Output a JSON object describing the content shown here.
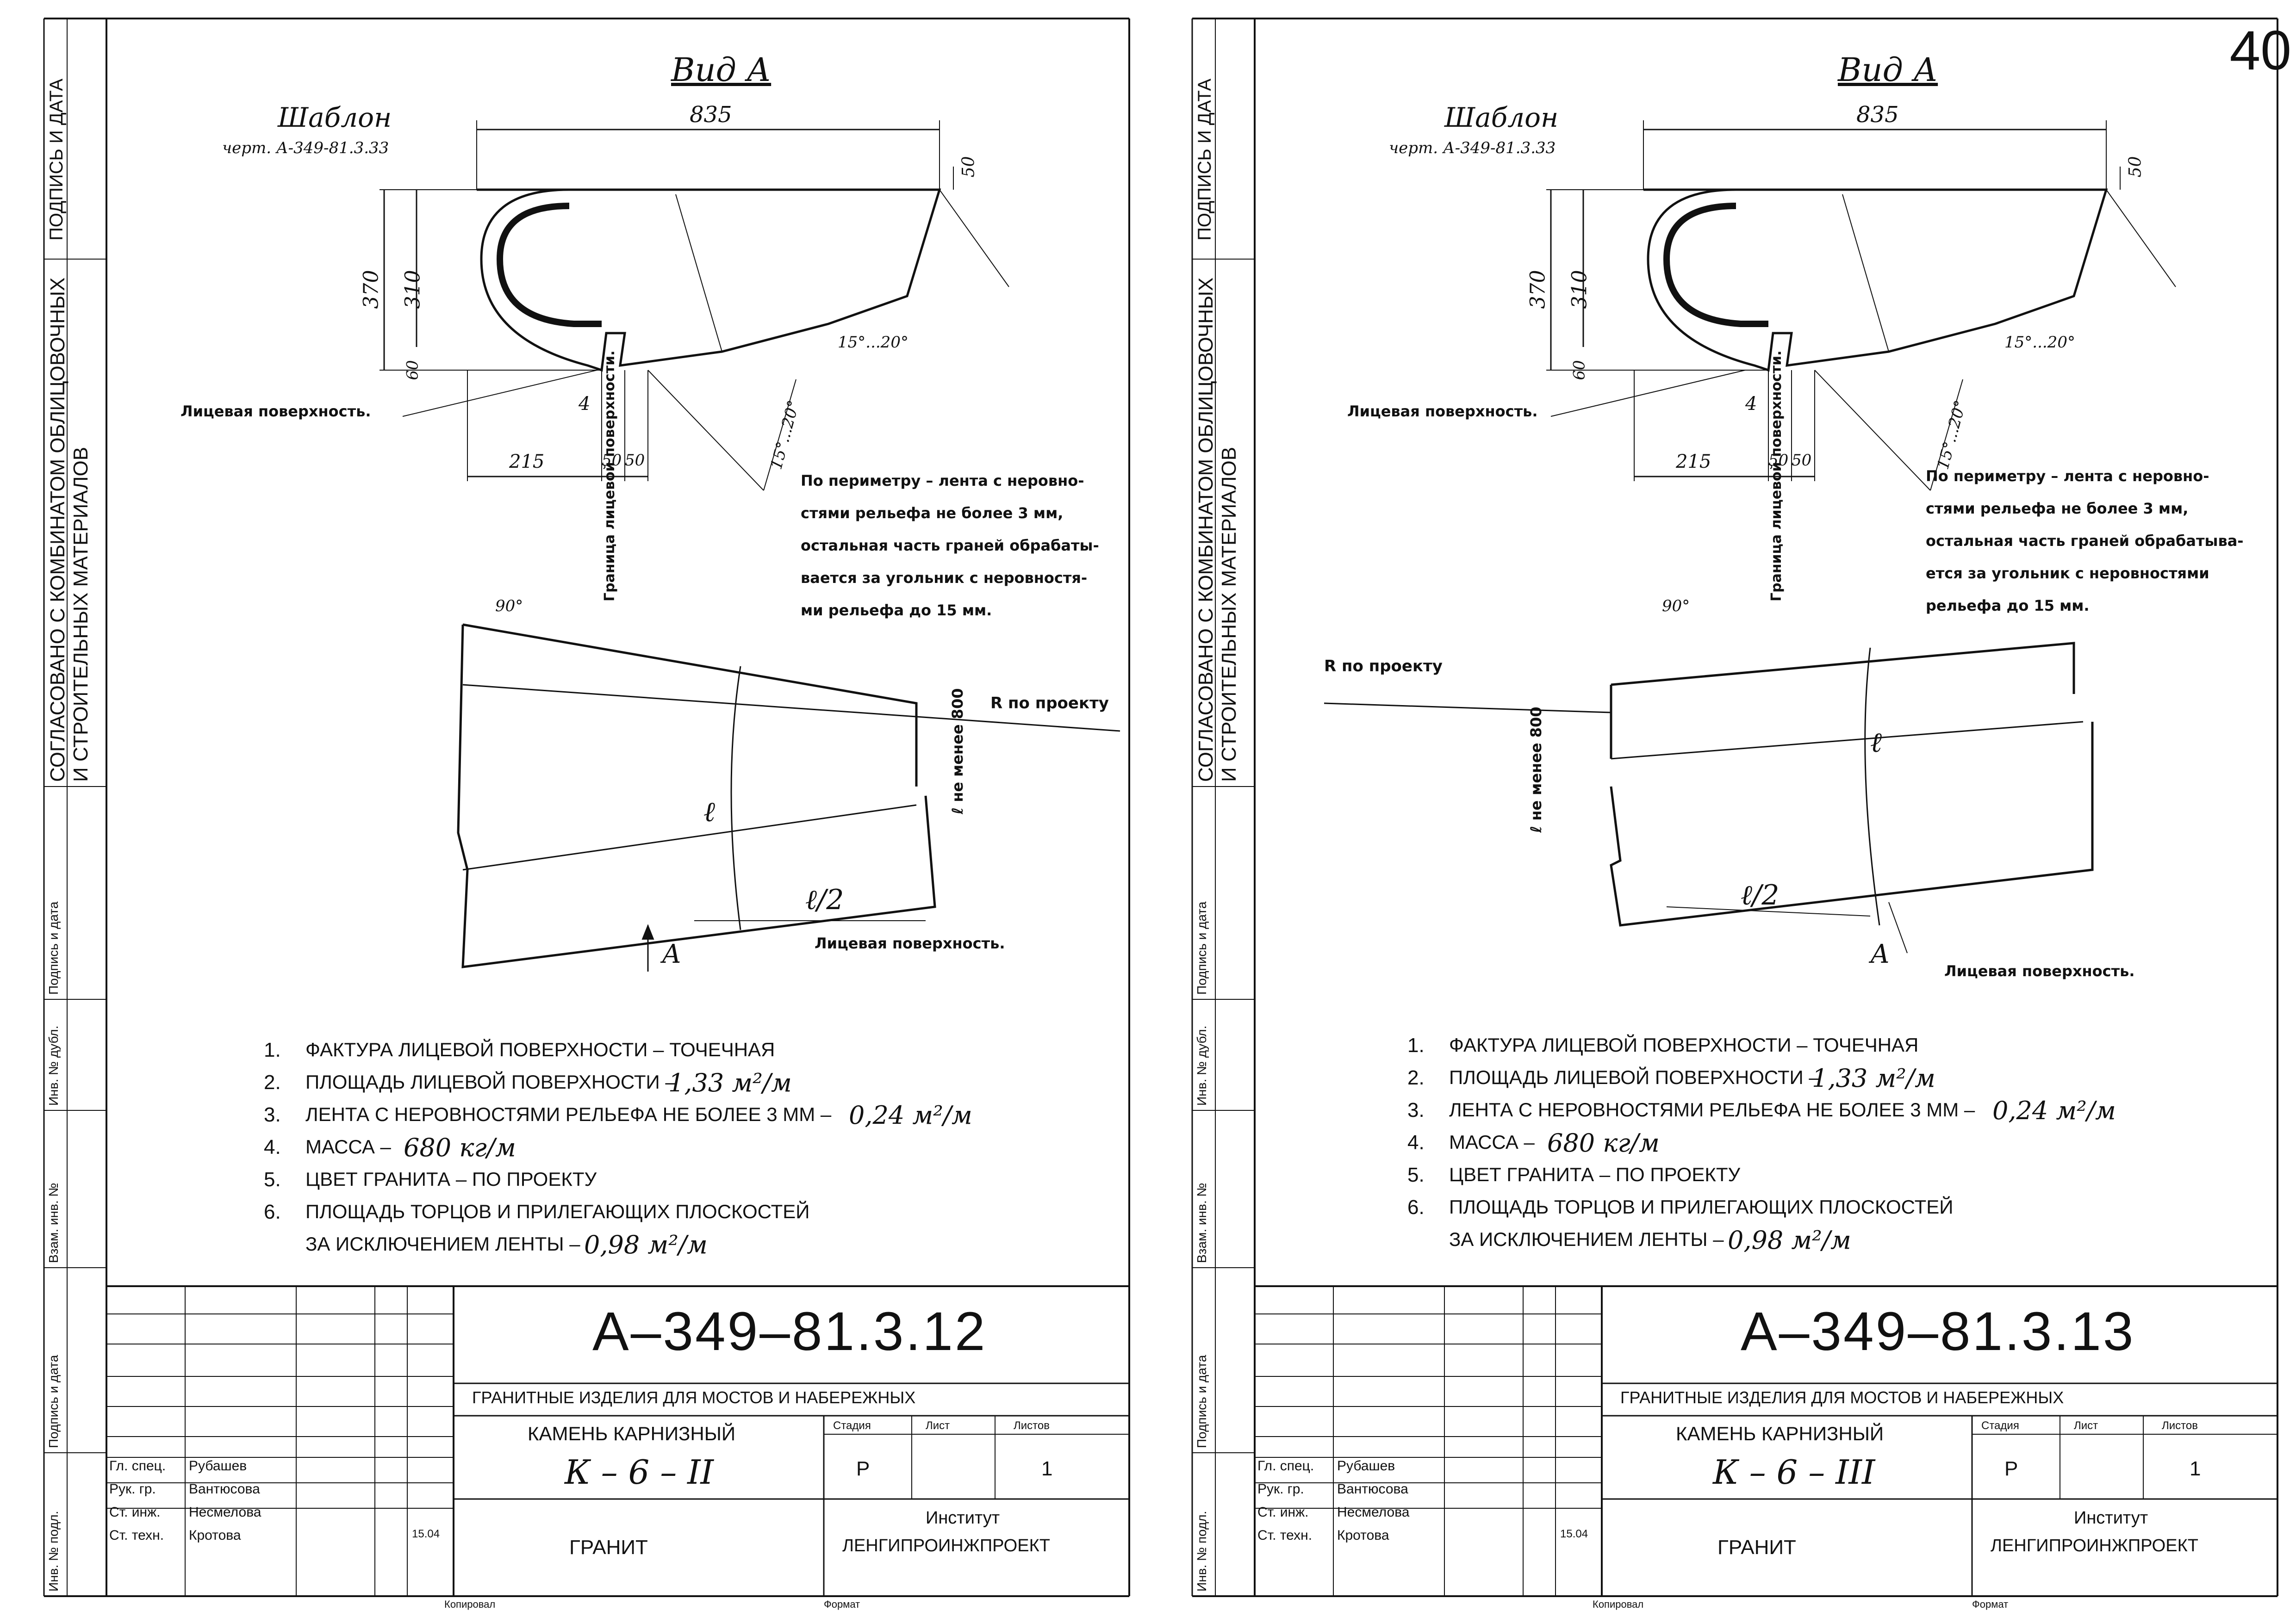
{
  "page_number": "40",
  "sheets": [
    {
      "id": "left",
      "side_labels": {
        "signature_date_top": "ПОДПИСЬ И ДАТА",
        "agreed_line1": "СОГЛАСОВАНО С КОМБИНАТОМ ОБЛИЦОВОЧНЫХ",
        "agreed_line2": "И СТРОИТЕЛЬНЫХ МАТЕРИАЛОВ",
        "signature_date_1": "Подпись и дата",
        "inv_dubl": "Инв. № дубл.",
        "vzam_inv": "Взам. инв. №",
        "signature_date_2": "Подпись и дата",
        "inv_podl": "Инв. № подл."
      },
      "view_title": "Вид А",
      "template_label": "Шаблон",
      "template_ref": "черт. А-349-81.3.33",
      "dims": {
        "d835": "835",
        "d50_top": "50",
        "d370": "370",
        "d310": "310",
        "d60": "60",
        "d4": "4",
        "d215": "215",
        "d50a": "50",
        "d50b": "50",
        "angle1": "15°...20°",
        "angle2": "15°...20°",
        "angle90": "90°"
      },
      "face_label_1": "Лицевая поверхность.",
      "face_boundary": "Граница лицевой поверхности.",
      "perimeter_note": [
        "По периметру – лента с неровно-",
        "стями рельефа не более 3 мм,",
        "остальная часть граней обрабаты-",
        "вается за угольник с неровностя-",
        "ми рельефа до 15 мм."
      ],
      "radius_label": "R по проекту",
      "length_label": "ℓ не менее 800",
      "b_label": "ℓ",
      "b_half_label": "ℓ/2",
      "arrow_label": "А",
      "face_label_2": "Лицевая поверхность.",
      "items": [
        {
          "num": "1.",
          "text": "ФАКТУРА ЛИЦЕВОЙ ПОВЕРХНОСТИ – ТОЧЕЧНАЯ",
          "value": ""
        },
        {
          "num": "2.",
          "text": "ПЛОЩАДЬ ЛИЦЕВОЙ ПОВЕРХНОСТИ –",
          "value": "1,33 м²/м"
        },
        {
          "num": "3.",
          "text": "ЛЕНТА С НЕРОВНОСТЯМИ РЕЛЬЕФА НЕ БОЛЕЕ 3 ММ –",
          "value": "0,24 м²/м"
        },
        {
          "num": "4.",
          "text": "МАССА –",
          "value": "680 кг/м"
        },
        {
          "num": "5.",
          "text": "ЦВЕТ ГРАНИТА – ПО ПРОЕКТУ",
          "value": ""
        },
        {
          "num": "6.",
          "text": "ПЛОЩАДЬ ТОРЦОВ И ПРИЛЕГАЮЩИХ ПЛОСКОСТЕЙ",
          "value": ""
        },
        {
          "num": "",
          "text": "ЗА ИСКЛЮЧЕНИЕМ ЛЕНТЫ –",
          "value": "0,98 м²/м"
        }
      ],
      "stamp": {
        "code": "А–349–81.3.12",
        "series": "ГРАНИТНЫЕ ИЗДЕЛИЯ ДЛЯ МОСТОВ И НАБЕРЕЖНЫХ",
        "name": "КАМЕНЬ КАРНИЗНЫЙ",
        "mark": "К – 6 – II",
        "stage_h": "Стадия",
        "sheet_h": "Лист",
        "sheets_h": "Листов",
        "stage": "Р",
        "sheet": "",
        "sheets": "1",
        "material": "ГРАНИТ",
        "institute_1": "Институт",
        "institute_2": "ЛЕНГИПРОИНЖПРОЕКТ",
        "roles": [
          "Гл. спец.",
          "Рук. гр.",
          "Ст. инж.",
          "Ст. техн."
        ],
        "people": [
          "Рубашев",
          "Вантюсова",
          "Несмелова",
          "Кротова"
        ],
        "date": "15.04",
        "copied": "Копировал",
        "format": "Формат"
      }
    },
    {
      "id": "right",
      "side_labels": {
        "signature_date_top": "ПОДПИСЬ И ДАТА",
        "agreed_line1": "СОГЛАСОВАНО С КОМБИНАТОМ ОБЛИЦОВОЧНЫХ",
        "agreed_line2": "И СТРОИТЕЛЬНЫХ МАТЕРИАЛОВ",
        "signature_date_1": "Подпись и дата",
        "inv_dubl": "Инв. № дубл.",
        "vzam_inv": "Взам. инв. №",
        "signature_date_2": "Подпись и дата",
        "inv_podl": "Инв. № подл."
      },
      "view_title": "Вид А",
      "template_label": "Шаблон",
      "template_ref": "черт. А-349-81.3.33",
      "dims": {
        "d835": "835",
        "d50_top": "50",
        "d370": "370",
        "d310": "310",
        "d60": "60",
        "d4": "4",
        "d215": "215",
        "d50a": "50",
        "d50b": "50",
        "angle1": "15°...20°",
        "angle2": "15°...20°",
        "angle90": "90°"
      },
      "face_label_1": "Лицевая поверхность.",
      "face_boundary": "Граница лицевой поверхности.",
      "perimeter_note": [
        "По периметру – лента с неровно-",
        "стями рельефа не более 3 мм,",
        "остальная часть граней обрабатыва-",
        "ется за угольник с неровностями",
        "рельефа до 15 мм."
      ],
      "radius_label": "R по проекту",
      "length_label": "ℓ не менее 800",
      "b_label": "ℓ",
      "b_half_label": "ℓ/2",
      "arrow_label": "А",
      "face_label_2": "Лицевая поверхность.",
      "items": [
        {
          "num": "1.",
          "text": "ФАКТУРА ЛИЦЕВОЙ ПОВЕРХНОСТИ – ТОЧЕЧНАЯ",
          "value": ""
        },
        {
          "num": "2.",
          "text": "ПЛОЩАДЬ ЛИЦЕВОЙ ПОВЕРХНОСТИ –",
          "value": "1,33 м²/м"
        },
        {
          "num": "3.",
          "text": "ЛЕНТА С НЕРОВНОСТЯМИ РЕЛЬЕФА НЕ БОЛЕЕ 3 ММ –",
          "value": "0,24 м²/м"
        },
        {
          "num": "4.",
          "text": "МАССА –",
          "value": "680 кг/м"
        },
        {
          "num": "5.",
          "text": "ЦВЕТ ГРАНИТА – ПО ПРОЕКТУ",
          "value": ""
        },
        {
          "num": "6.",
          "text": "ПЛОЩАДЬ ТОРЦОВ И ПРИЛЕГАЮЩИХ ПЛОСКОСТЕЙ",
          "value": ""
        },
        {
          "num": "",
          "text": "ЗА ИСКЛЮЧЕНИЕМ ЛЕНТЫ –",
          "value": "0,98 м²/м"
        }
      ],
      "stamp": {
        "code": "А–349–81.3.13",
        "series": "ГРАНИТНЫЕ ИЗДЕЛИЯ ДЛЯ МОСТОВ И НАБЕРЕЖНЫХ",
        "name": "КАМЕНЬ КАРНИЗНЫЙ",
        "mark": "К – 6 – III",
        "stage_h": "Стадия",
        "sheet_h": "Лист",
        "sheets_h": "Листов",
        "stage": "Р",
        "sheet": "",
        "sheets": "1",
        "material": "ГРАНИТ",
        "institute_1": "Институт",
        "institute_2": "ЛЕНГИПРОИНЖПРОЕКТ",
        "roles": [
          "Гл. спец.",
          "Рук. гр.",
          "Ст. инж.",
          "Ст. техн."
        ],
        "people": [
          "Рубашев",
          "Вантюсова",
          "Несмелова",
          "Кротова"
        ],
        "date": "15.04",
        "copied": "Копировал",
        "format": "Формат"
      }
    }
  ]
}
